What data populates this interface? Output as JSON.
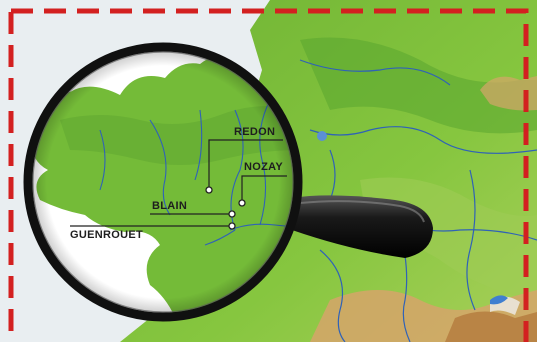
{
  "map": {
    "places": [
      {
        "name": "REDON"
      },
      {
        "name": "NOZAY"
      },
      {
        "name": "BLAIN"
      },
      {
        "name": "GUENROUET"
      }
    ]
  },
  "colors": {
    "land": "#7fbf3a",
    "land_dark": "#4f9a2a",
    "mountain": "#d6a56a",
    "sea": "#e9eef1",
    "river": "#2f62b7",
    "frame_dash": "#d32020",
    "lens_rim": "#111111"
  }
}
